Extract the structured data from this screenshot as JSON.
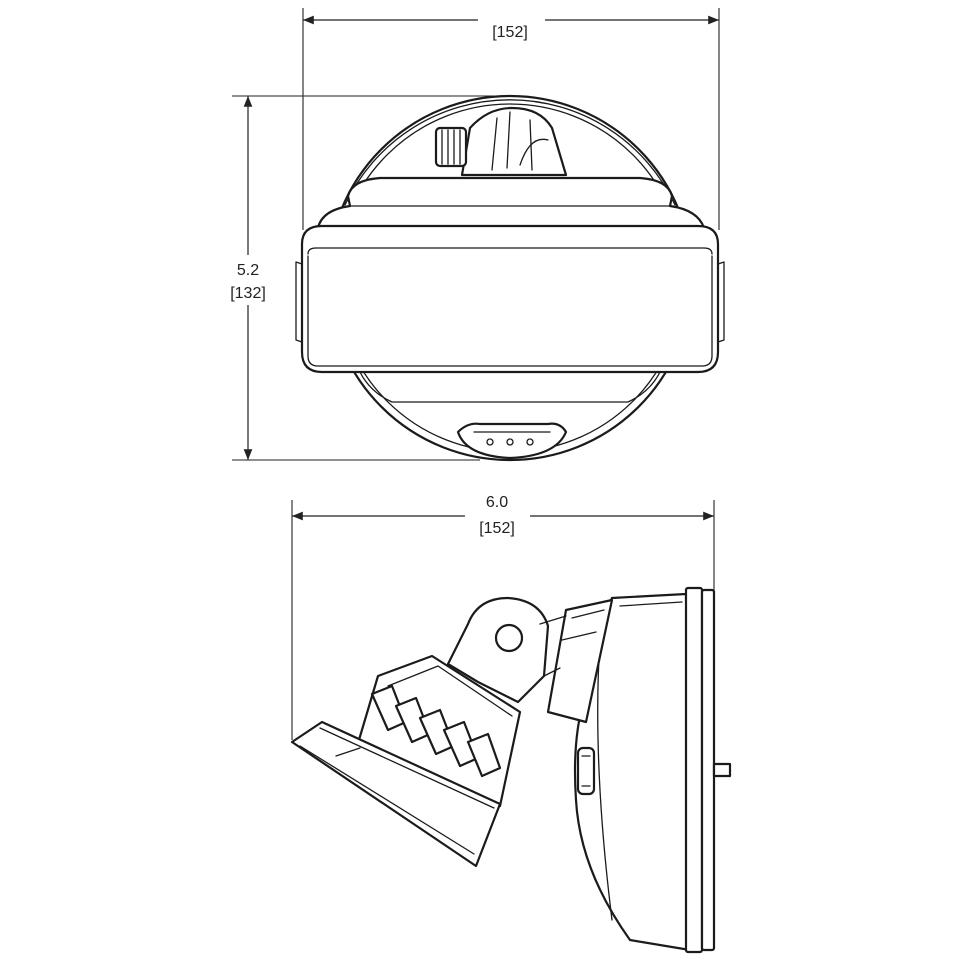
{
  "front_view": {
    "width_label": "[152]",
    "height_label_in": "5.2",
    "height_label_mm": "[132]"
  },
  "side_view": {
    "width_label_in": "6.0",
    "width_label_mm": "[152]"
  }
}
